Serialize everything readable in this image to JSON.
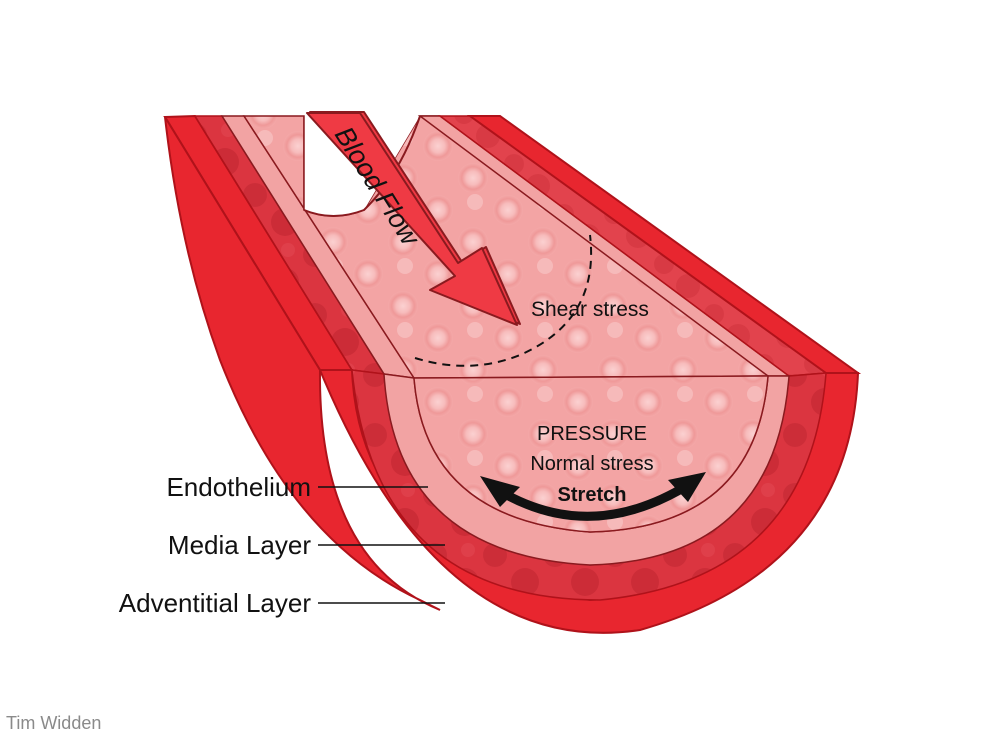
{
  "arrow_label": "Blood Flow",
  "shear_label": "Shear stress",
  "pressure": {
    "line1": "PRESSURE",
    "line2": "Normal stress",
    "line3": "Stretch"
  },
  "layers": {
    "endothelium": "Endothelium",
    "media": "Media Layer",
    "adventitial": "Adventitial Layer"
  },
  "credit": "Tim Widden",
  "colors": {
    "adventitia": "#e8262f",
    "media": "#d83a44",
    "endothelium": "#f2a3a3",
    "lumen": "#f4a3a3",
    "arrow": "#ef3a44",
    "stretch_arrow": "#111111"
  }
}
